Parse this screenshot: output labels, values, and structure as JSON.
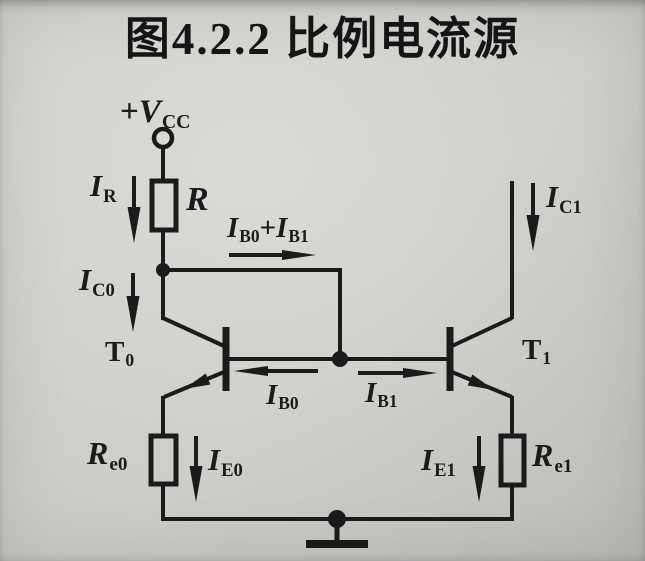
{
  "title": "图4.2.2  比例电流源",
  "colors": {
    "background": "#d6d5d1",
    "ink": "#1b1b1b"
  },
  "labels": {
    "vcc": {
      "plus": "+",
      "text": "V",
      "sub": "CC"
    },
    "r": {
      "text": "R",
      "sub": ""
    },
    "re0": {
      "text": "R",
      "sub": "e0"
    },
    "re1": {
      "text": "R",
      "sub": "e1"
    },
    "t0": {
      "text": "T",
      "sub": "0"
    },
    "t1": {
      "text": "T",
      "sub": "1"
    },
    "i_r": {
      "text": "I",
      "sub": "R"
    },
    "i_c0": {
      "text": "I",
      "sub": "C0"
    },
    "i_c1": {
      "text": "I",
      "sub": "C1"
    },
    "i_b0": {
      "text": "I",
      "sub": "B0"
    },
    "i_b1": {
      "text": "I",
      "sub": "B1"
    },
    "i_e0": {
      "text": "I",
      "sub": "E0"
    },
    "i_e1": {
      "text": "I",
      "sub": "E1"
    },
    "i_b_sum": {
      "i1": "I",
      "s1": "B0",
      "plus": "+",
      "i2": "I",
      "s2": "B1"
    }
  }
}
